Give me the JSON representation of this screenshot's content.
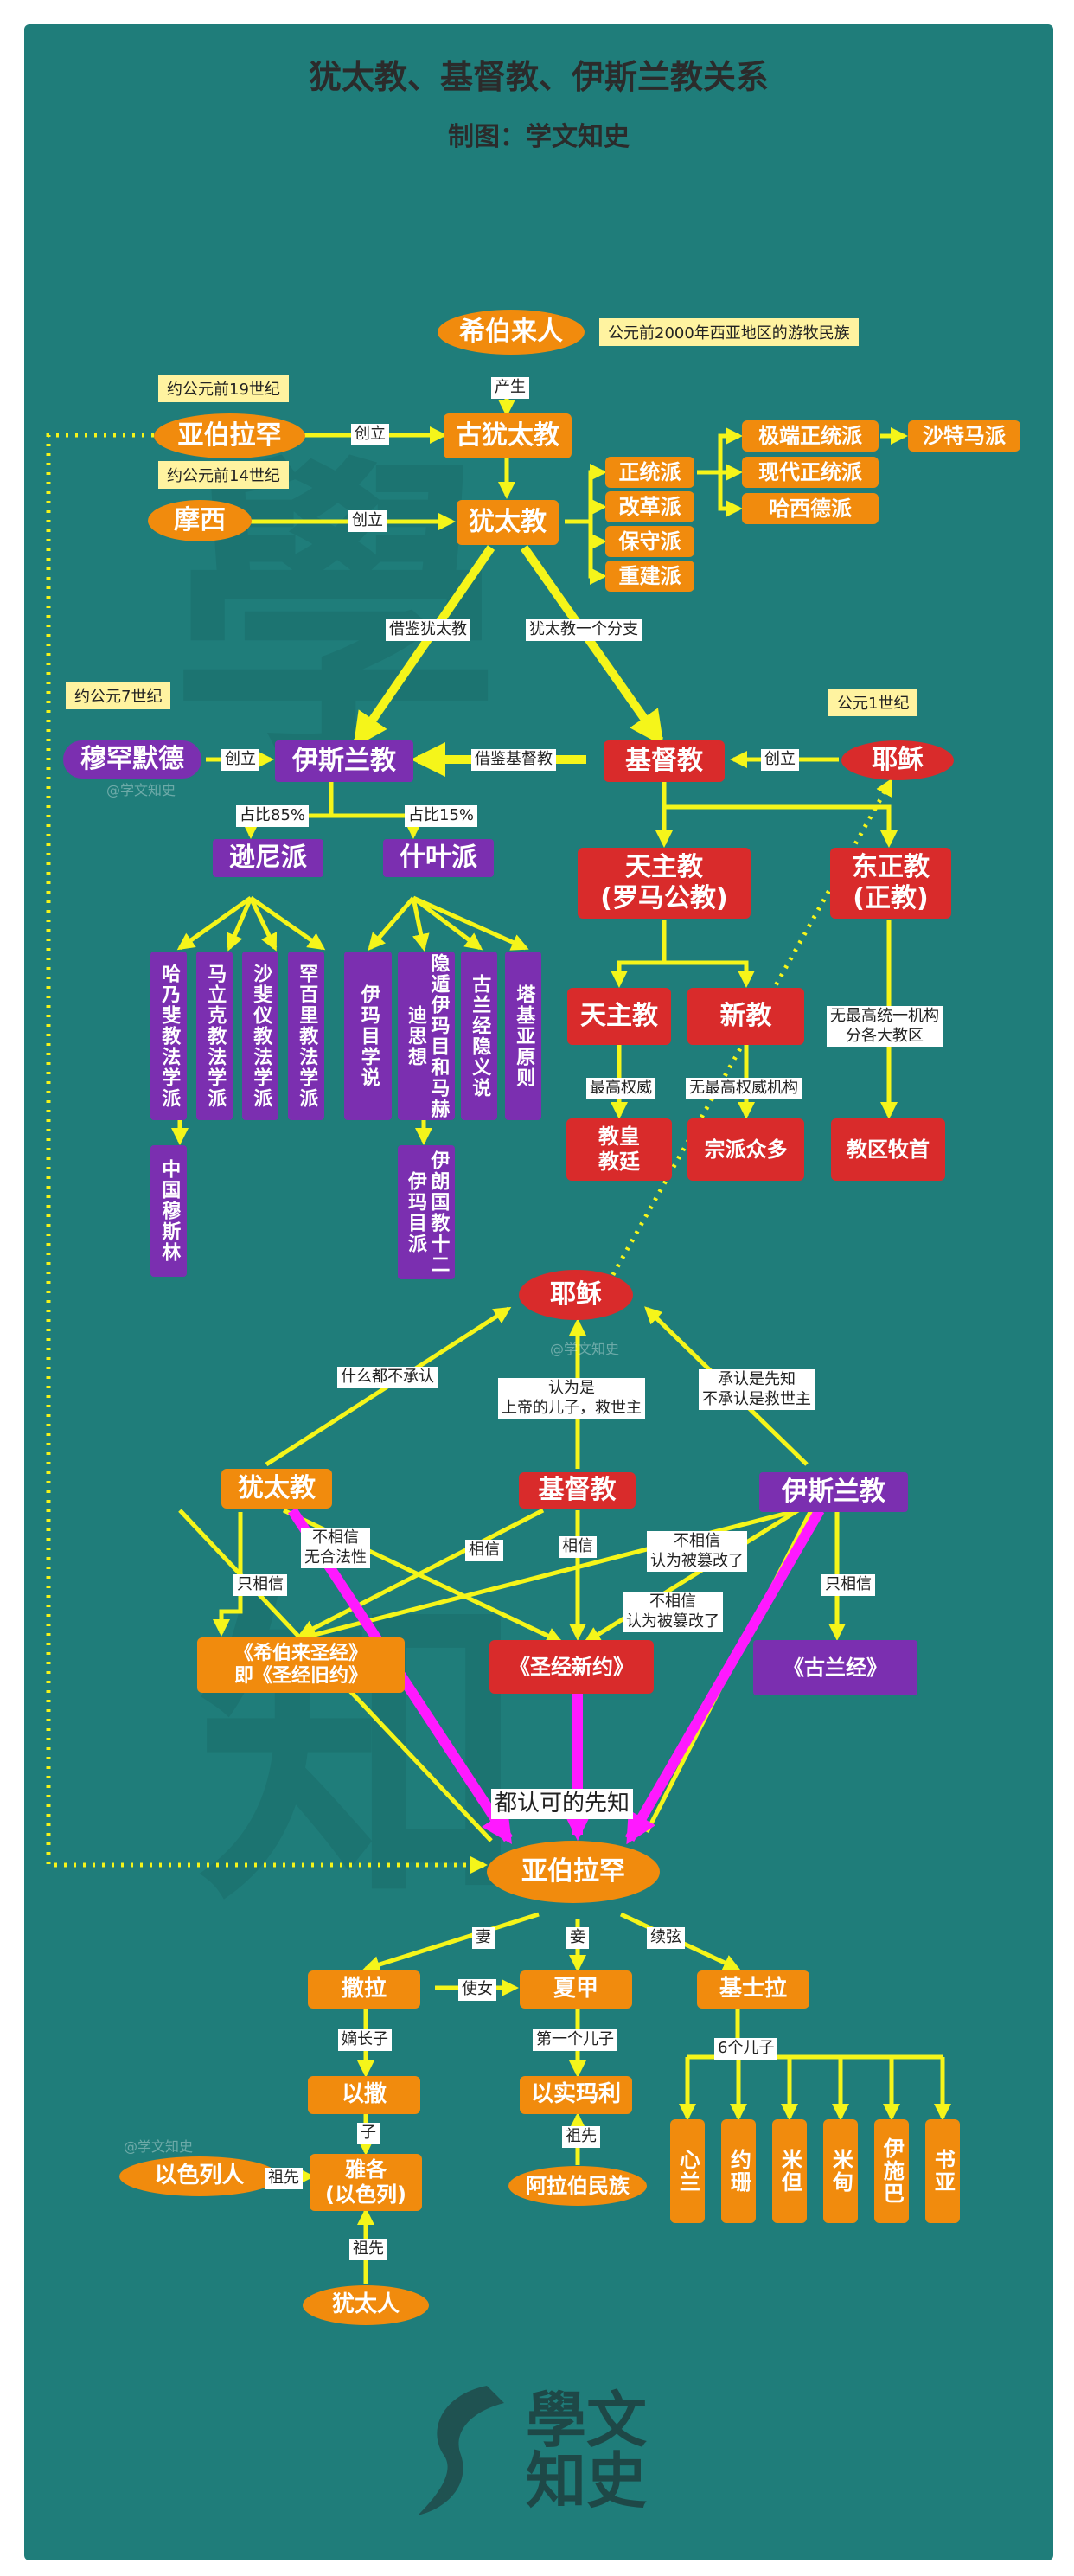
{
  "title": "犹太教、基督教、伊斯兰教关系",
  "subtitle": "制图：学文知史",
  "watermark": "@学文知史",
  "logo": "學文知史",
  "colors": {
    "background": "#1f7d7a",
    "orange": "#f18b0d",
    "red": "#d92b2b",
    "purple": "#7b2fb0",
    "arrow": "#f5f51a",
    "magenta": "#ff19ff",
    "note": "#fff3a0"
  },
  "notes": {
    "hebrews": "公元前2000年西亚地区的游牧民族",
    "abraham_date": "约公元前19世纪",
    "moses_date": "约公元前14世纪",
    "muhammad_date": "约公元7世纪",
    "jesus_date": "公元1世纪"
  },
  "nodes": {
    "hebrews": "希伯来人",
    "abraham": "亚伯拉罕",
    "ancient_judaism": "古犹太教",
    "moses": "摩西",
    "judaism": "犹太教",
    "orthodox": "正统派",
    "reform": "改革派",
    "conservative": "保守派",
    "reconstruction": "重建派",
    "ultra_orthodox": "极端正统派",
    "satmar": "沙特马派",
    "modern_orthodox": "现代正统派",
    "hasidic": "哈西德派",
    "muhammad": "穆罕默德",
    "islam": "伊斯兰教",
    "christianity": "基督教",
    "jesus": "耶稣",
    "sunni": "逊尼派",
    "shia": "什叶派",
    "hanafi": "哈乃斐教法学派",
    "maliki": "马立克教法学派",
    "shafii": "沙斐仪教法学派",
    "hanbali": "罕百里教法学派",
    "chinese_muslims": "中国穆斯林",
    "imamate": "伊玛目学说",
    "occultation": "隐遁伊玛目和马赫迪思想",
    "quran_hidden": "古兰经隐义说",
    "taqiyya": "塔基亚原则",
    "twelver": "伊朗国教十二伊玛目派",
    "catholic": "天主教\n(罗马公教)",
    "orthodox_church": "东正教\n(正教)",
    "catholic2": "天主教",
    "protestant": "新教",
    "pope": "教皇\n教廷",
    "many_sects": "宗派众多",
    "bishops": "教区牧首",
    "jesus2": "耶稣",
    "judaism2": "犹太教",
    "christianity2": "基督教",
    "islam2": "伊斯兰教",
    "hebrew_bible": "《希伯来圣经》\n即《圣经旧约》",
    "new_testament": "《圣经新约》",
    "quran": "《古兰经》",
    "abraham2": "亚伯拉罕",
    "sarah": "撒拉",
    "hagar": "夏甲",
    "keturah": "基士拉",
    "isaac": "以撒",
    "ishmael": "以实玛利",
    "jacob": "雅各\n(以色列)",
    "israelites": "以色列人",
    "arabs": "阿拉伯民族",
    "jews": "犹太人",
    "sons": [
      "心兰",
      "约珊",
      "米但",
      "米甸",
      "伊施巴",
      "书亚"
    ]
  },
  "labels": {
    "produced": "产生",
    "founded": "创立",
    "borrowed_judaism": "借鉴犹太教",
    "branch_judaism": "犹太教一个分支",
    "borrowed_christianity": "借鉴基督教",
    "sunni_share": "占比85%",
    "shia_share": "占比15%",
    "supreme_authority": "最高权威",
    "no_supreme_authority": "无最高权威机构",
    "no_central_body": "无最高统一机构\n分各大教区",
    "accept_none": "什么都不承认",
    "son_of_god": "认为是\n上帝的儿子，救世主",
    "prophet_only": "承认是先知\n不承认是救世主",
    "disbelieve_illegal": "不相信\n无合法性",
    "believe": "相信",
    "disbelieve_altered_1": "不相信\n认为被篡改了",
    "disbelieve_altered_2": "不相信\n认为被篡改了",
    "only_believe": "只相信",
    "common_prophet": "都认可的先知",
    "wife": "妻",
    "concubine": "妾",
    "remarried": "续弦",
    "servant": "使女",
    "eldest_son": "嫡长子",
    "son": "子",
    "first_son": "第一个儿子",
    "ancestor": "祖先",
    "six_sons": "6个儿子"
  }
}
